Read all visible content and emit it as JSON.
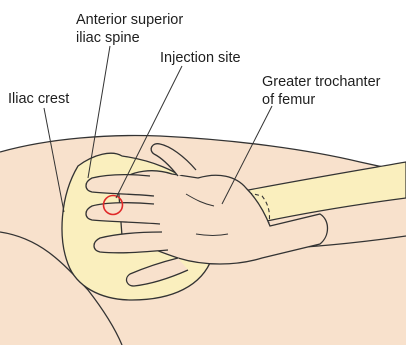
{
  "diagram": {
    "labels": {
      "asis_line1": "Anterior superior",
      "asis_line2": "iliac spine",
      "injection_site": "Injection site",
      "iliac_crest": "Iliac crest",
      "trochanter_line1": "Greater trochanter",
      "trochanter_line2": "of femur"
    },
    "colors": {
      "skin": "#f8e1cc",
      "bone": "#faefbe",
      "outline": "#333333",
      "injection_marker": "#e02828",
      "background": "#ffffff"
    }
  }
}
